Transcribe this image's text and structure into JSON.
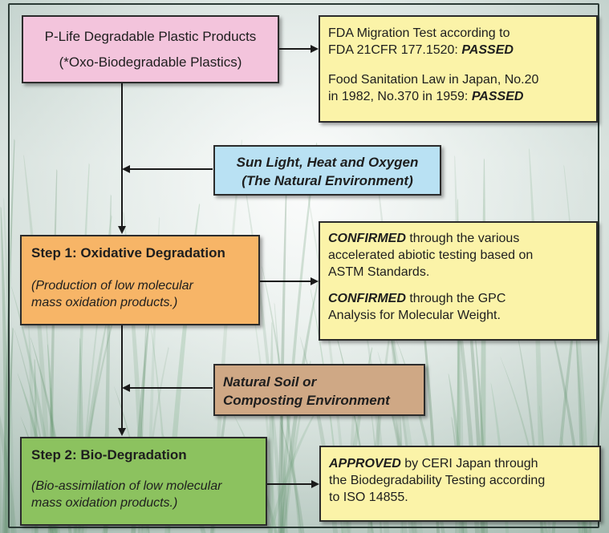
{
  "products": {
    "title": "P-Life Degradable Plastic Products",
    "subtitle": "(*Oxo-Biodegradable Plastics)"
  },
  "fda": {
    "line1": "FDA Migration Test according to",
    "line2_prefix": "FDA 21CFR 177.1520: ",
    "line2_status": "PASSED",
    "line3": "Food Sanitation Law in Japan, No.20",
    "line4_prefix": "in 1982, No.370 in 1959: ",
    "line4_status": "PASSED"
  },
  "sunlight": {
    "line1": "Sun Light, Heat and Oxygen",
    "line2": "(The Natural Environment)"
  },
  "step1": {
    "title": "Step 1: Oxidative Degradation",
    "desc_line1": "(Production of low molecular",
    "desc_line2": "mass oxidation products.)"
  },
  "confirmed": {
    "p1_status": "CONFIRMED",
    "p1_line1_rest": " through the various",
    "p1_line2": "accelerated abiotic testing based on",
    "p1_line3": "ASTM Standards.",
    "p2_status": "CONFIRMED",
    "p2_line1_rest": " through the GPC",
    "p2_line2": "Analysis for Molecular Weight."
  },
  "soil": {
    "line1": "Natural Soil or",
    "line2": "Composting Environment"
  },
  "step2": {
    "title": "Step 2: Bio-Degradation",
    "desc_line1": "(Bio-assimilation of low molecular",
    "desc_line2": "mass oxidation products.)"
  },
  "approved": {
    "status": "APPROVED",
    "line1_rest": " by CERI Japan through",
    "line2": "the Biodegradability Testing according",
    "line3": "to ISO 14855."
  },
  "colors": {
    "pink": "#f3c4dc",
    "yellow": "#fbf3a8",
    "blue": "#b9e1f3",
    "orange": "#f7b567",
    "tan": "#cfa885",
    "green": "#8cc25f",
    "connector": "#1a1a1a"
  }
}
